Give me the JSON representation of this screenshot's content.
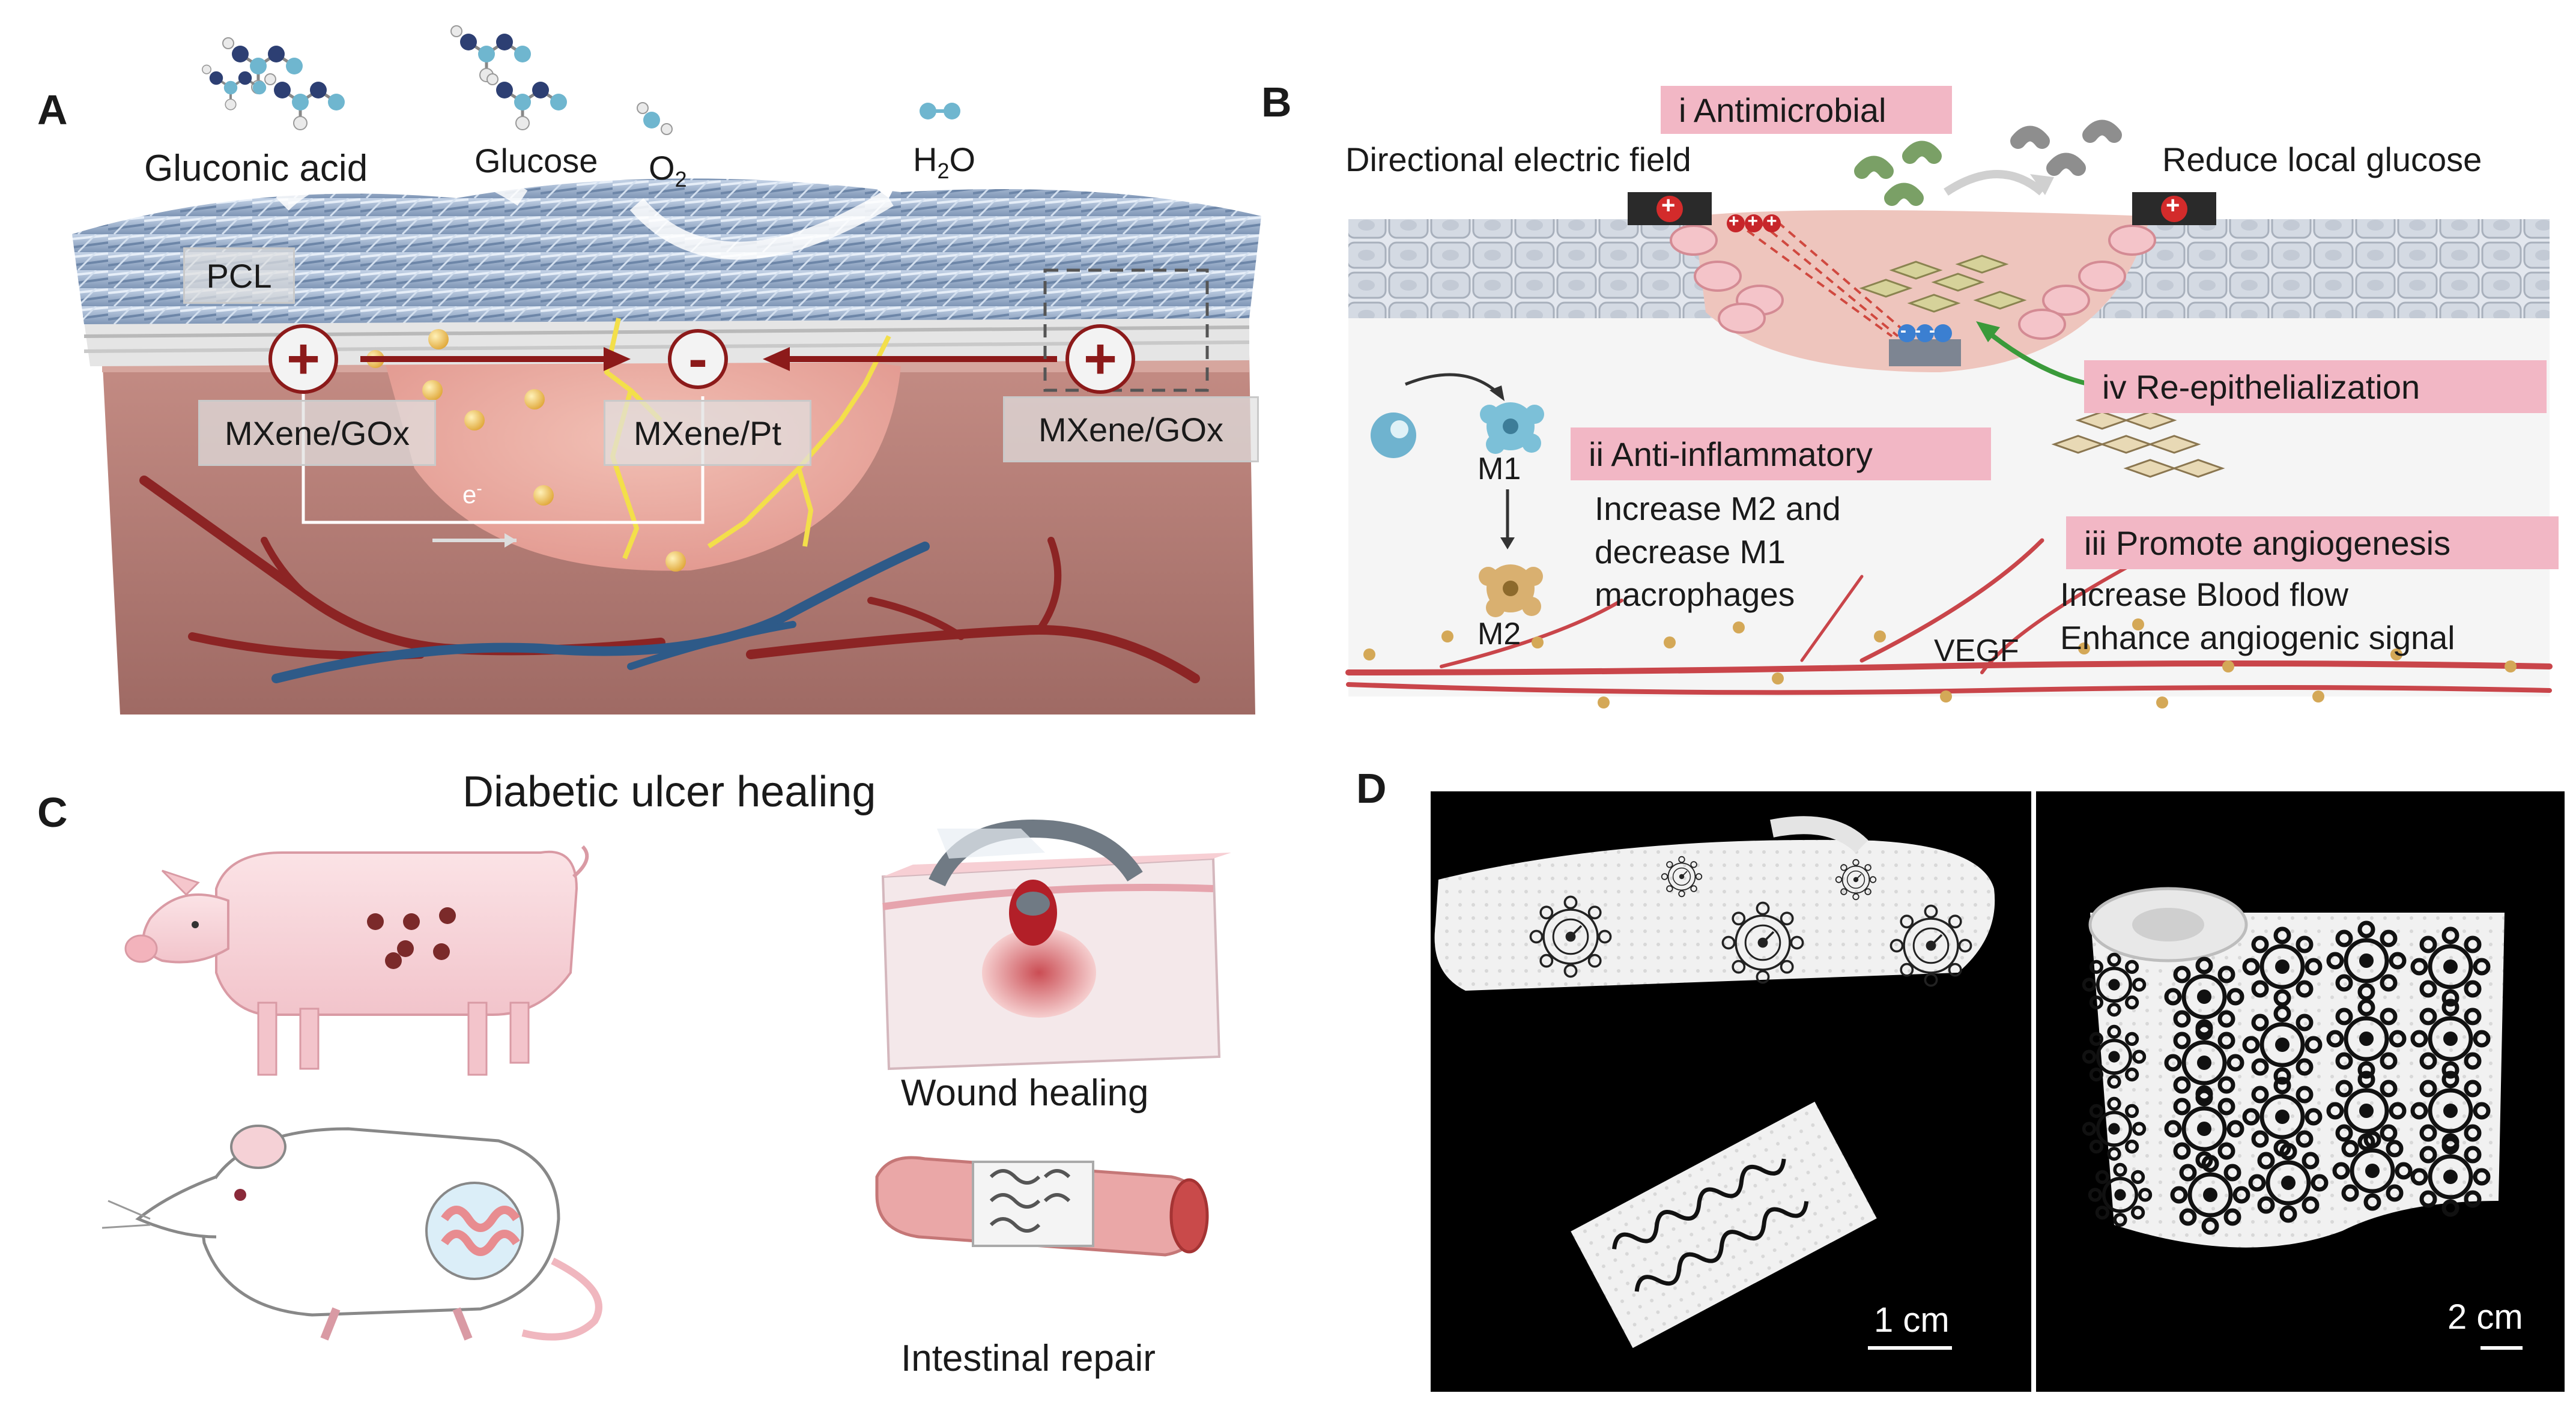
{
  "panels": {
    "a": "A",
    "b": "B",
    "c": "C",
    "d": "D"
  },
  "panel_a": {
    "gluconic_acid": "Gluconic acid",
    "glucose": "Glucose",
    "o2": "O",
    "o2_sub": "2",
    "h2o_h": "H",
    "h2o_sub": "2",
    "h2o_o": "O",
    "pcl": "PCL",
    "mxene_gox_left": "MXene/GOx",
    "mxene_pt": "MXene/Pt",
    "mxene_gox_right": "MXene/GOx",
    "electron": "e",
    "electron_sup": "-",
    "plus": "+",
    "minus": "-"
  },
  "panel_b": {
    "directional_field": "Directional electric field",
    "reduce_glucose": "Reduce local glucose",
    "antimicrobial": "i Antimicrobial",
    "re_epithelialization": "iv Re-epithelialization",
    "anti_inflammatory": "ii  Anti-inflammatory",
    "m2_text": "Increase M2 and\ndecrease M1\nmacrophages",
    "angiogenesis": "iii Promote angiogenesis",
    "blood_text": "Increase Blood flow\nEnhance angiogenic signal",
    "m1": "M1",
    "m2": "M2",
    "vegf": "VEGF",
    "plus": "+",
    "charges": "+++",
    "neg_charges": "---"
  },
  "panel_c": {
    "title": "Diabetic ulcer healing",
    "wound_healing": "Wound healing",
    "intestinal_repair": "Intestinal repair"
  },
  "panel_d": {
    "scale_1": "1 cm",
    "scale_2": "2 cm"
  },
  "colors": {
    "fiber": "#8fa8c8",
    "skin": "#b87c73",
    "wound": "#e7a49b",
    "vessel_red": "#8c2424",
    "vessel_blue": "#2e5a88",
    "arrow_red": "#8c1a1a",
    "pink_box": "#f2b7c5",
    "lightning": "#f3df4a",
    "green_arrow": "#3a9a3a"
  }
}
